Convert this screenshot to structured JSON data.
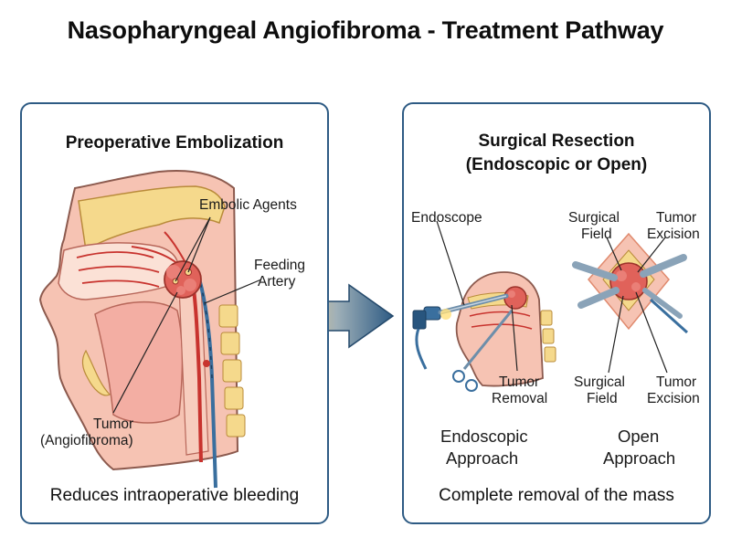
{
  "title": "Nasopharyngeal Angiofibroma - Treatment Pathway",
  "left_panel": {
    "heading": "Preoperative Embolization",
    "label_embolic": "Embolic Agents",
    "label_feeding_1": "Feeding",
    "label_feeding_2": "Artery",
    "label_tumor_1": "Tumor",
    "label_tumor_2": "(Angiofibroma)",
    "caption": "Reduces intraoperative bleeding"
  },
  "right_panel": {
    "heading_1": "Surgical Resection",
    "heading_2": "(Endoscopic or Open)",
    "label_endoscope": "Endoscope",
    "label_tumor_removal_1": "Tumor",
    "label_tumor_removal_2": "Removal",
    "label_surgical_field_top_1": "Surgical",
    "label_surgical_field_top_2": "Field",
    "label_tumor_excision_top_1": "Tumor",
    "label_tumor_excision_top_2": "Excision",
    "label_surgical_field_bottom_1": "Surgical",
    "label_surgical_field_bottom_2": "Field",
    "label_tumor_excision_bottom_1": "Tumor",
    "label_tumor_excision_bottom_2": "Excision",
    "approach_endoscopic_1": "Endoscopic",
    "approach_endoscopic_2": "Approach",
    "approach_open_1": "Open",
    "approach_open_2": "Approach",
    "caption": "Complete removal of the mass"
  },
  "colors": {
    "border": "#2e5b84",
    "arrow_dark": "#2e5b84",
    "arrow_light": "#f0c987",
    "tissue": "#f6c3b3",
    "tumor": "#e0625a",
    "bone": "#f5d98c",
    "artery": "#c8332e"
  }
}
